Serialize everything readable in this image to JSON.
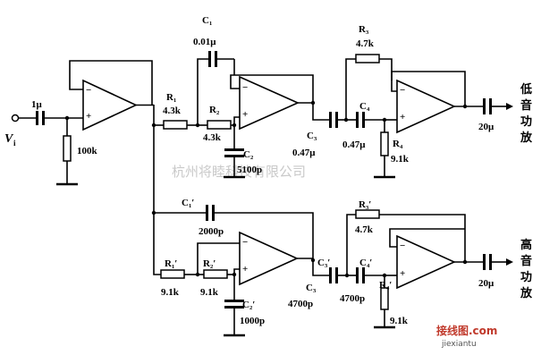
{
  "input_symbol": "V",
  "input_sub": "i",
  "input_cap": "1μ",
  "bias_res": "100k",
  "low_chain": {
    "r1": "R₁",
    "r1_val": "4.3k",
    "r2": "R₂",
    "r2_val": "4.3k",
    "c1": "C₁",
    "c1_val": "0.01μ",
    "c2": "C₂",
    "c2_val": "5100p",
    "c3": "C₃",
    "c3_val": "0.47μ",
    "c4": "C₄",
    "c4_val": "0.47μ",
    "r3": "R₃",
    "r3_val": "4.7k",
    "r4": "R₄",
    "r4_val": "9.1k",
    "out_cap": "20μ",
    "out_label": [
      "低",
      "音",
      "功",
      "放"
    ]
  },
  "high_chain": {
    "r1": "R₁′",
    "r1_val": "9.1k",
    "r2": "R₂′",
    "r2_val": "9.1k",
    "c1": "C₁′",
    "c1_val": "2000p",
    "c2": "C₂′",
    "c2_val": "1000p",
    "c3": "C₃′",
    "c3_sub": "C₃",
    "c3_val": "4700p",
    "c4": "C₄′",
    "c4_val": "4700p",
    "r3": "R₃′",
    "r3_val": "4.7k",
    "r4": "R₄′",
    "r4_val": "9.1k",
    "out_cap": "20μ",
    "out_label": [
      "高",
      "音",
      "功",
      "放"
    ]
  },
  "opamp_plus": "+",
  "opamp_minus": "−",
  "watermark": "杭州将睦科技有限公司",
  "logo_text": "接线图.com",
  "logo_sub": "jiexiantu"
}
